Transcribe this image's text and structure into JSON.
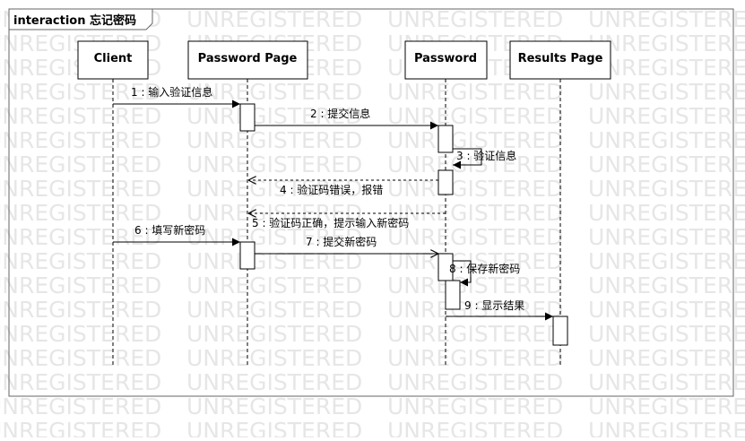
{
  "frame": {
    "label": "interaction 忘记密码"
  },
  "watermark": {
    "text": "UNREGISTERED",
    "color": "#e6e6e6"
  },
  "lifelines": [
    {
      "id": "client",
      "label": "Client"
    },
    {
      "id": "password-page",
      "label": "Password Page"
    },
    {
      "id": "password",
      "label": "Password"
    },
    {
      "id": "results-page",
      "label": "Results Page"
    }
  ],
  "messages": [
    {
      "label": "1 : 输入验证信息",
      "from": "client",
      "to": "password-page",
      "kind": "sync"
    },
    {
      "label": "2 : 提交信息",
      "from": "password-page",
      "to": "password",
      "kind": "sync"
    },
    {
      "label": "3 : 验证信息",
      "from": "password",
      "to": "password",
      "kind": "self"
    },
    {
      "label": "4 : 验证码错误，报错",
      "from": "password",
      "to": "password-page",
      "kind": "return"
    },
    {
      "label": "5 : 验证码正确，提示输入新密码",
      "from": "password",
      "to": "password-page",
      "kind": "return"
    },
    {
      "label": "6 : 填写新密码",
      "from": "client",
      "to": "password-page",
      "kind": "sync"
    },
    {
      "label": "7 : 提交新密码",
      "from": "password-page",
      "to": "password",
      "kind": "async"
    },
    {
      "label": "8 : 保存新密码",
      "from": "password",
      "to": "password",
      "kind": "self"
    },
    {
      "label": "9 : 显示结果",
      "from": "password",
      "to": "results-page",
      "kind": "sync"
    }
  ],
  "colors": {
    "line": "#333333",
    "frame": "#666666",
    "text": "#000000"
  }
}
